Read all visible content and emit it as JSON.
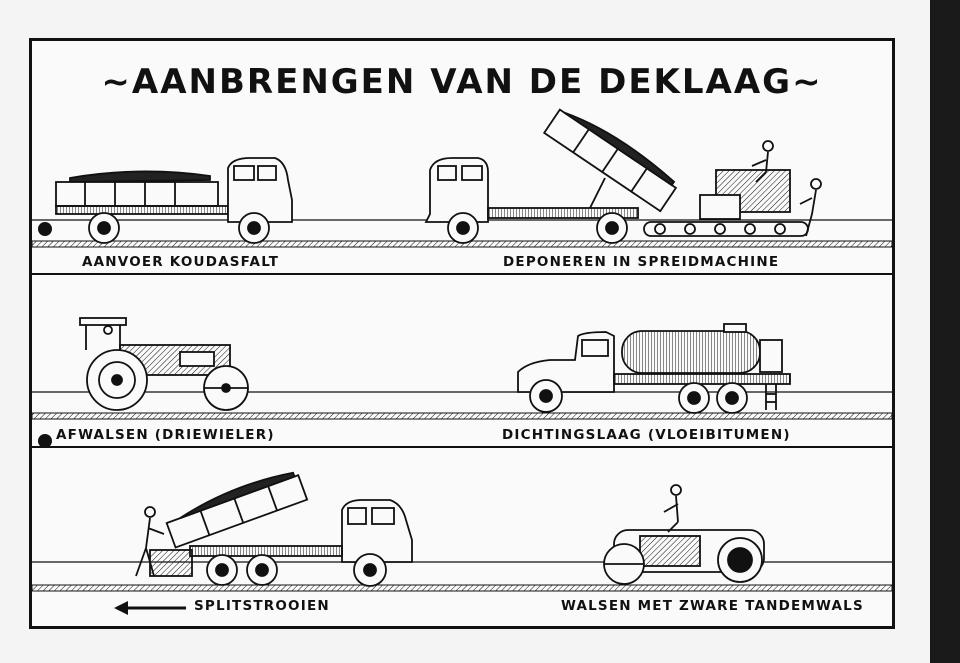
{
  "title": "~AANBRENGEN VAN DE DEKLAAG~",
  "captions": {
    "row1_left": "AANVOER KOUDASFALT",
    "row1_right": "DEPONEREN IN SPREIDMACHINE",
    "row2_left": "AFWALSEN (DRIEWIELER)",
    "row2_right": "DICHTINGSLAAG (VLOEIBITUMEN)",
    "row3_left": "SPLITSTROOIEN",
    "row3_right": "WALSEN MET ZWARE TANDEMWALS"
  },
  "illustrations": {
    "row1_left": "dump-truck-icon",
    "row1_right": "spreading-machine-icon",
    "row2_left": "three-wheel-roller-icon",
    "row2_right": "bitumen-tanker-icon",
    "row3_left": "gritting-truck-icon",
    "row3_right": "tandem-roller-icon"
  },
  "colors": {
    "ink": "#111111",
    "paper": "#fafafa"
  }
}
